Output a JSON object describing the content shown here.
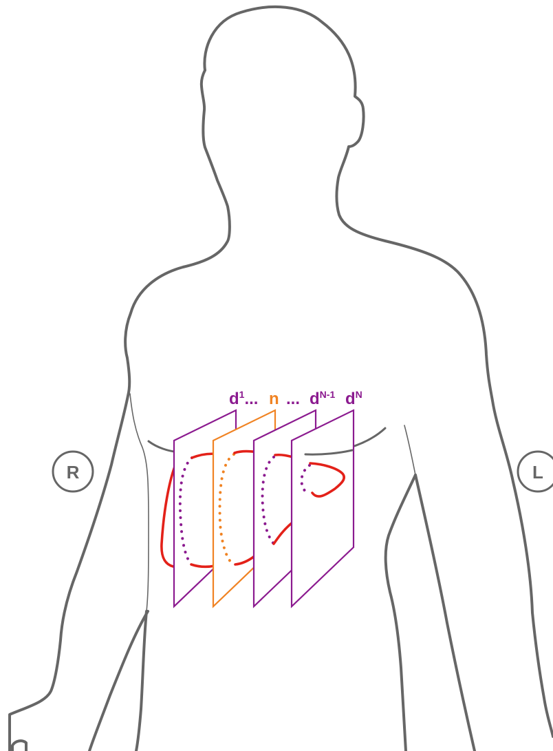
{
  "colors": {
    "outline": "#666666",
    "organ": "#e32119",
    "plane_default": "#8b1a8f",
    "plane_highlight": "#f08323"
  },
  "side_markers": {
    "right": "R",
    "left": "L"
  },
  "labels": {
    "d1_base": "d",
    "d1_sup": "1",
    "dots1": "...",
    "n": "n",
    "dots2": "...",
    "dN1_base": "d",
    "dN1_sup": "N-1",
    "dN_base": "d",
    "dN_sup": "N"
  },
  "planes": [
    {
      "name": "d1",
      "highlight": false
    },
    {
      "name": "n",
      "highlight": true
    },
    {
      "name": "dN-1",
      "highlight": false
    },
    {
      "name": "dN",
      "highlight": false
    }
  ]
}
